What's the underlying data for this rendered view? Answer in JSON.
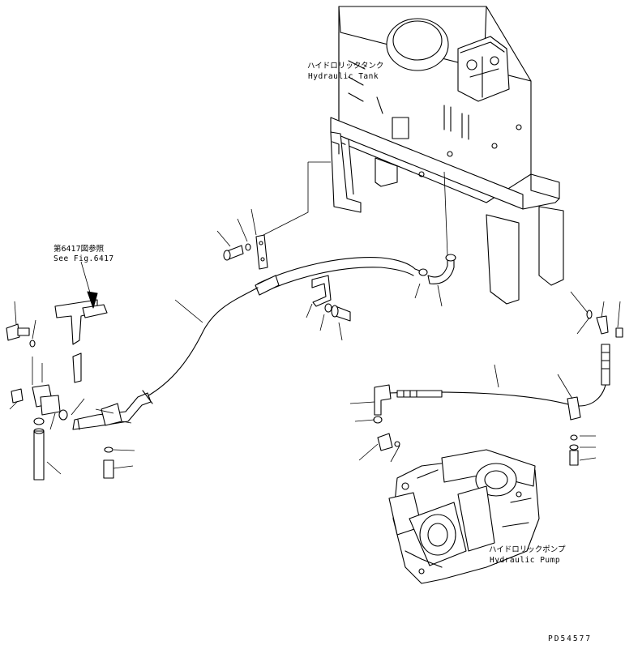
{
  "labels": {
    "tank_jp": "ハイドロリックタンク",
    "tank_en": "Hydraulic Tank",
    "ref_jp": "第6417図参照",
    "ref_en": "See Fig.6417",
    "pump_jp": "ハイドロリックポンプ",
    "pump_en": "Hydraulic Pump",
    "drawing_no": "PD54577"
  },
  "colors": {
    "line": "#000000",
    "background": "#ffffff"
  }
}
